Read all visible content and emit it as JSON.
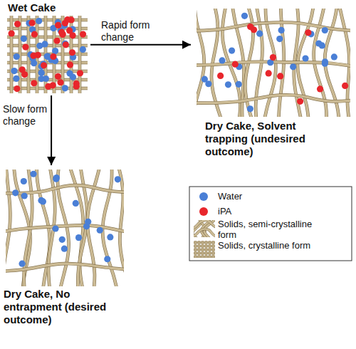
{
  "diagram": {
    "nodes": [
      {
        "text": [
          "Wet Cake"
        ]
      },
      {
        "text": [
          "Dry Cake, Solvent trapping (undesired outcome)"
        ]
      },
      {
        "text": [
          "Dry Cake, No entrapment (desired outcome)"
        ]
      }
    ],
    "edges": [
      {
        "from": 0,
        "to": 1,
        "label": "Rapid form change",
        "arrow": "to"
      },
      {
        "from": 0,
        "to": 2,
        "label": "Slow form change",
        "arrow": "to"
      }
    ],
    "legend": [
      {
        "text": "Water",
        "color": "#4a7fd6"
      },
      {
        "text": "iPA",
        "color": "#e8262c"
      },
      {
        "text": "Solids, semi-crystalline form"
      },
      {
        "text": "Solids, crystalline form"
      }
    ]
  }
}
